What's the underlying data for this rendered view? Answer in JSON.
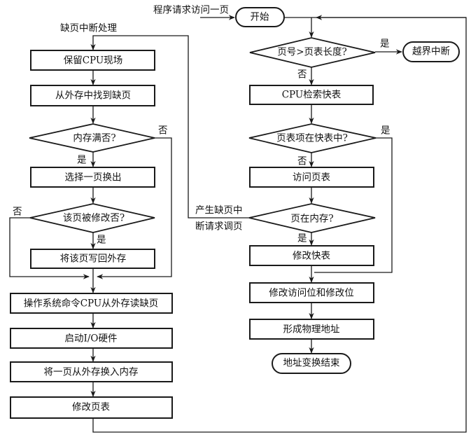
{
  "diagram": {
    "entry_label": "程序请求访问一页",
    "left_title": "缺页中断处理",
    "right": {
      "start": "开始",
      "check_bound": "页号>页表长度?",
      "bound_yes": "是",
      "bound_no": "否",
      "bound_interrupt": "越界中断",
      "search_tlb": "CPU检索快表",
      "in_tlb": "页表项在快表中?",
      "in_tlb_yes": "是",
      "in_tlb_no": "否",
      "access_page_table": "访问页表",
      "in_memory": "页在内存?",
      "in_memory_yes": "是",
      "page_fault_line1": "产生缺页中",
      "page_fault_line2": "断请求调页",
      "update_tlb": "修改快表",
      "update_bits": "修改访问位和修改位",
      "form_address": "形成物理地址",
      "end": "地址变换结束"
    },
    "left": {
      "save_cpu": "保留CPU现场",
      "find_page": "从外存中找到缺页",
      "memory_full": "内存满否?",
      "memory_full_yes": "是",
      "memory_full_no": "否",
      "select_page": "选择一页换出",
      "modified": "该页被修改否?",
      "modified_yes": "是",
      "modified_no": "否",
      "write_back": "将该页写回外存",
      "os_read": "操作系统命令CPU从外存读缺页",
      "start_io": "启动I/O硬件",
      "swap_in": "将一页从外存换入内存",
      "update_page_table": "修改页表"
    }
  }
}
